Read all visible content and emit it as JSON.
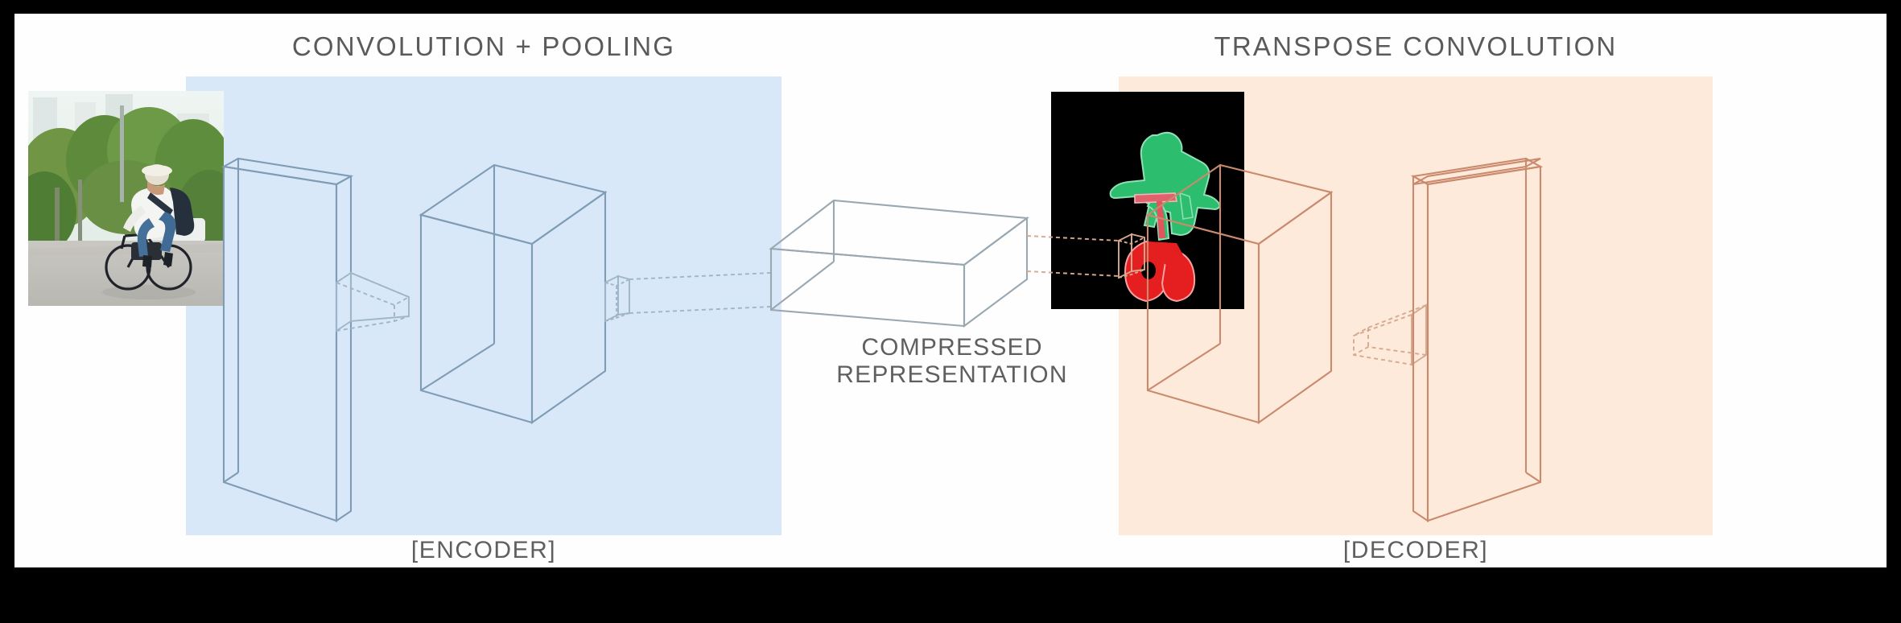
{
  "figure": {
    "type": "encoder-decoder-architecture-diagram",
    "titles": {
      "left": "CONVOLUTION + POOLING",
      "right": "TRANSPOSE CONVOLUTION"
    },
    "stage_labels": {
      "left": "[ENCODER]",
      "right": "[DECODER]"
    },
    "bottleneck_label": {
      "line1": "COMPRESSED",
      "line2": "REPRESENTATION"
    },
    "images": {
      "input": {
        "name": "input-photo",
        "description": "Photograph of a person riding a bicycle on a city street with trees"
      },
      "output": {
        "name": "segmentation-mask",
        "description": "Semantic segmentation mask on black background: green person, red bicycle"
      }
    },
    "colors": {
      "encoder_panel": "#d9e8f9",
      "decoder_panel": "#fdeadb",
      "encoder_stroke": "#7f9cb5",
      "decoder_stroke": "#c98a6d",
      "bottleneck_stroke": "#9aa8b2",
      "title_text": "#5a5a5a",
      "frame": "#000000",
      "sheet": "#fefefe",
      "mask_person": "#2dbd6e",
      "mask_bicycle": "#e51f1f",
      "mask_background": "#000000"
    },
    "blocks": [
      {
        "name": "encoder-slab-1",
        "shape": "thin-slab",
        "side": "encoder"
      },
      {
        "name": "encoder-kernel-1",
        "shape": "frustum",
        "side": "encoder"
      },
      {
        "name": "encoder-cube-1",
        "shape": "cube",
        "side": "encoder"
      },
      {
        "name": "encoder-kernel-2",
        "shape": "small-frustum",
        "side": "encoder"
      },
      {
        "name": "bottleneck-box",
        "shape": "flat-box",
        "side": "center"
      },
      {
        "name": "decoder-kernel-1",
        "shape": "small-frustum",
        "side": "decoder"
      },
      {
        "name": "decoder-cube-1",
        "shape": "cube",
        "side": "decoder"
      },
      {
        "name": "decoder-kernel-2",
        "shape": "frustum",
        "side": "decoder"
      },
      {
        "name": "decoder-slab-1",
        "shape": "thin-slab",
        "side": "decoder"
      }
    ]
  }
}
